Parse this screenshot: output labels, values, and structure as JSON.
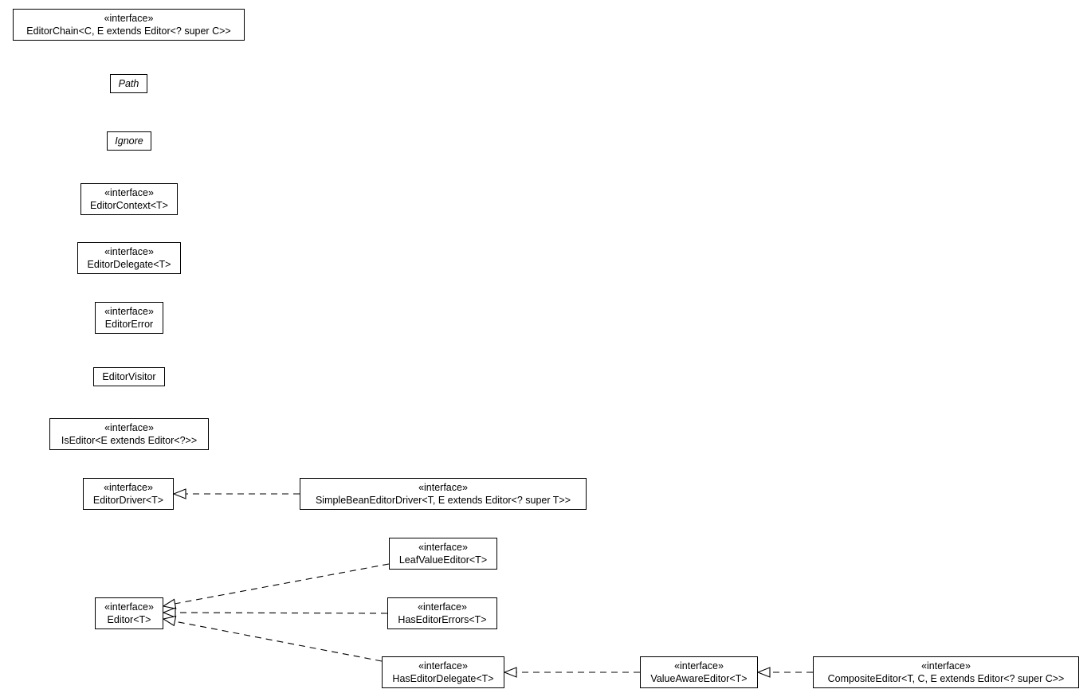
{
  "diagram": {
    "nodes": [
      {
        "id": "editor-chain",
        "stereotype": "«interface»",
        "name": "EditorChain<C, E extends Editor<? super C>>"
      },
      {
        "id": "path",
        "stereotype": "",
        "name": "Path",
        "italic": true
      },
      {
        "id": "ignore",
        "stereotype": "",
        "name": "Ignore",
        "italic": true
      },
      {
        "id": "editor-context",
        "stereotype": "«interface»",
        "name": "EditorContext<T>"
      },
      {
        "id": "editor-delegate",
        "stereotype": "«interface»",
        "name": "EditorDelegate<T>"
      },
      {
        "id": "editor-error",
        "stereotype": "«interface»",
        "name": "EditorError"
      },
      {
        "id": "editor-visitor",
        "stereotype": "",
        "name": "EditorVisitor"
      },
      {
        "id": "is-editor",
        "stereotype": "«interface»",
        "name": "IsEditor<E extends Editor<?>>"
      },
      {
        "id": "editor-driver",
        "stereotype": "«interface»",
        "name": "EditorDriver<T>"
      },
      {
        "id": "simple-bean-editor-driver",
        "stereotype": "«interface»",
        "name": "SimpleBeanEditorDriver<T, E extends Editor<? super T>>"
      },
      {
        "id": "leaf-value-editor",
        "stereotype": "«interface»",
        "name": "LeafValueEditor<T>"
      },
      {
        "id": "editor",
        "stereotype": "«interface»",
        "name": "Editor<T>"
      },
      {
        "id": "has-editor-errors",
        "stereotype": "«interface»",
        "name": "HasEditorErrors<T>"
      },
      {
        "id": "has-editor-delegate",
        "stereotype": "«interface»",
        "name": "HasEditorDelegate<T>"
      },
      {
        "id": "value-aware-editor",
        "stereotype": "«interface»",
        "name": "ValueAwareEditor<T>"
      },
      {
        "id": "composite-editor",
        "stereotype": "«interface»",
        "name": "CompositeEditor<T, C, E extends Editor<? super C>>"
      }
    ],
    "edges": [
      {
        "from": "simple-bean-editor-driver",
        "to": "editor-driver",
        "type": "realization"
      },
      {
        "from": "leaf-value-editor",
        "to": "editor",
        "type": "realization"
      },
      {
        "from": "has-editor-errors",
        "to": "editor",
        "type": "realization"
      },
      {
        "from": "has-editor-delegate",
        "to": "editor",
        "type": "realization"
      },
      {
        "from": "value-aware-editor",
        "to": "has-editor-delegate",
        "type": "realization"
      },
      {
        "from": "composite-editor",
        "to": "value-aware-editor",
        "type": "realization"
      }
    ]
  }
}
